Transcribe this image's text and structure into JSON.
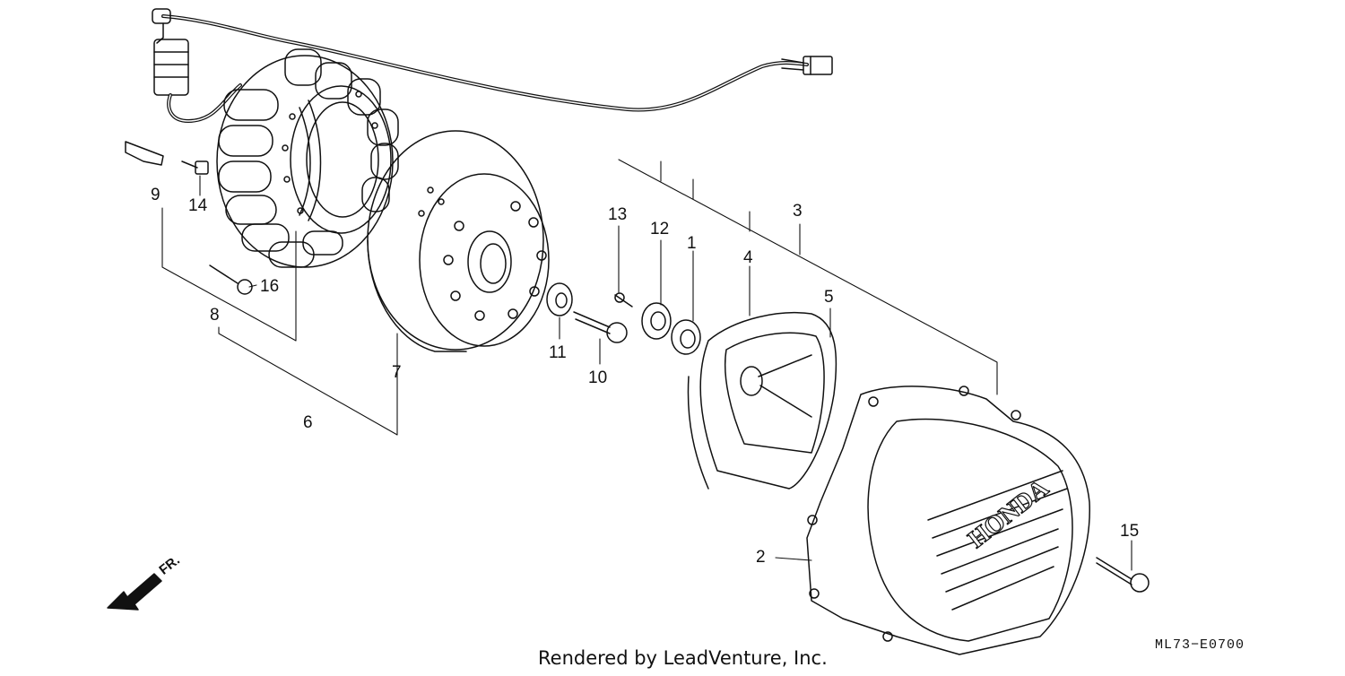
{
  "diagram": {
    "callouts": {
      "c1": "1",
      "c2": "2",
      "c3": "3",
      "c4": "4",
      "c5": "5",
      "c6": "6",
      "c7": "7",
      "c8": "8",
      "c9": "9",
      "c10": "10",
      "c11": "11",
      "c12": "12",
      "c13": "13",
      "c14": "14",
      "c15": "15",
      "c16": "16"
    },
    "cover_brand": "HONDA",
    "direction_label": "FR.",
    "diagram_code": "ML73−E0700",
    "footer": "Rendered by LeadVenture, Inc."
  }
}
